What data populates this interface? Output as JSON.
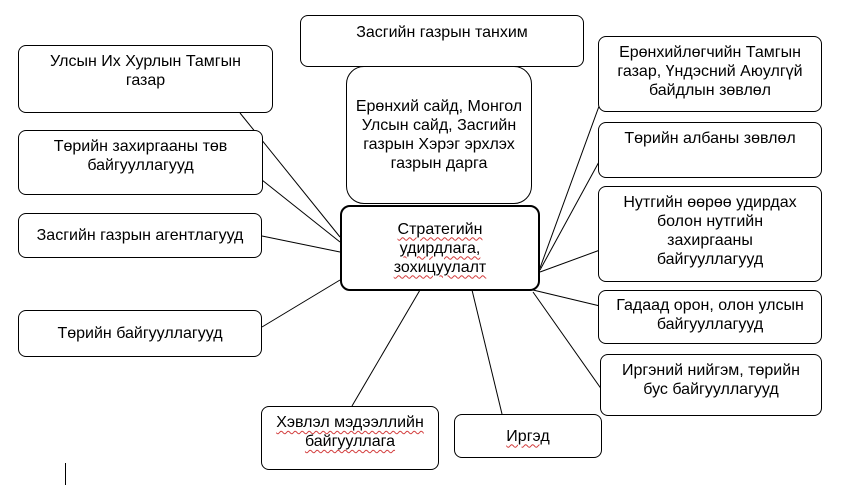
{
  "center": "Стратегийн удирдлага, зохицуулалт",
  "nodes": {
    "cabinet_hall": "Засгийн газрын танхим",
    "leadership": "Ерөнхий сайд, Монгол Улсын сайд, Засгийн газрын Хэрэг эрхлэх газрын дарга",
    "parliament_secretariat": "Улсын Их Хурлын Тамгын газар",
    "central_admin": "Төрийн захиргааны төв байгууллагууд",
    "gov_agencies": "Засгийн газрын агентлагууд",
    "state_orgs": "Төрийн байгууллагууд",
    "president_office": "Ерөнхийлөгчийн Тамгын газар, Үндэсний Аюулгүй байдлын зөвлөл",
    "civil_service_council": "Төрийн албаны зөвлөл",
    "local_gov": "Нутгийн өөрөө удирдах болон нутгийн захиргааны байгууллагууд",
    "foreign_intl": "Гадаад орон, олон улсын байгууллагууд",
    "civil_society": "Иргэний нийгэм, төрийн бус байгууллагууд",
    "media": "Хэвлэл мэдээллийн байгууллага",
    "citizens": "Иргэд"
  }
}
